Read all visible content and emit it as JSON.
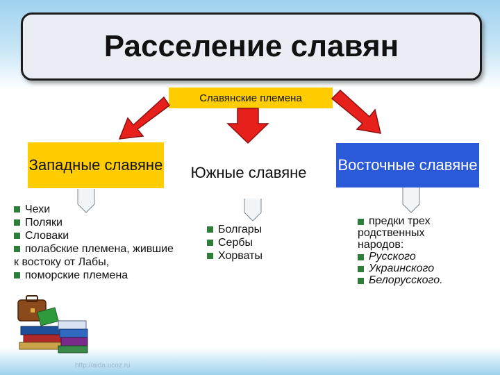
{
  "title": "Расселение славян",
  "hub": {
    "label": "Славянские племена"
  },
  "groups": {
    "west": {
      "label": "Западные славяне"
    },
    "south": {
      "label": "Южные славяне"
    },
    "east": {
      "label": "Восточные славяне"
    }
  },
  "west_list": [
    "Чехи",
    "Поляки",
    "Словаки",
    "полабские племена, жившие",
    "к востоку от Лабы,",
    "поморские племена"
  ],
  "south_list": [
    "Болгары",
    "Сербы",
    "Хорваты"
  ],
  "east_list": [
    "предки трех",
    "родственных",
    "народов:",
    "Русского",
    "Украинского",
    "Белорусского."
  ],
  "footer": {
    "url": "http://aida.ucoz.ru"
  },
  "colors": {
    "accent_yellow": "#ffcc00",
    "east_blue": "#2b5ad8",
    "arrow_red": "#e8201c",
    "bullet_green": "#2f7d3a"
  },
  "icons": [
    "arrow-down-left-icon",
    "arrow-down-icon",
    "arrow-down-right-icon",
    "books-briefcase-icon"
  ]
}
